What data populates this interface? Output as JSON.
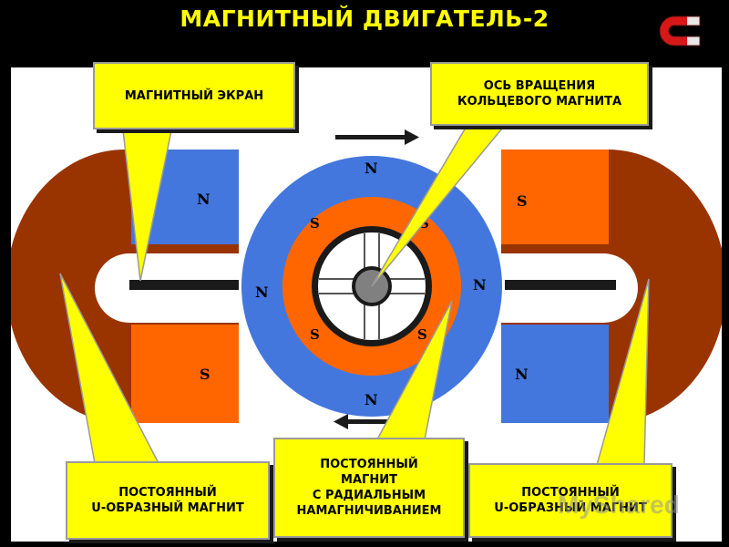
{
  "title": "МАГНИТНЫЙ ДВИГАТЕЛЬ-2",
  "callouts": {
    "screen": "МАГНИТНЫЙ ЭКРАН",
    "axis": "ОСЬ ВРАЩЕНИЯ\nКОЛЬЦЕВОГО МАГНИТА",
    "u_left": "ПОСТОЯННЫЙ\nU-ОБРАЗНЫЙ МАГНИТ",
    "radial": "ПОСТОЯННЫЙ\nМАГНИТ\nС РАДИАЛЬНЫМ\nНАМАГНИЧИВАНИЕМ",
    "u_right": "ПОСТОЯННЫЙ\nU-ОБРАЗНЫЙ МАГНИТ"
  },
  "poles": {
    "left_upper": "N",
    "left_lower": "S",
    "right_upper": "S",
    "right_lower": "N",
    "outer_top": "N",
    "outer_bottom": "N",
    "outer_left": "N",
    "outer_right": "N",
    "inner_top_left": "S",
    "inner_top_right": "S",
    "inner_bottom_left": "S",
    "inner_bottom_right": "S"
  },
  "watermark": "MyShared",
  "colors": {
    "yellow": "#ffff00",
    "blue": "#4477dd",
    "orange": "#ff6600",
    "brown": "#993300",
    "shaft": "#808080"
  },
  "icons": {
    "logo": "horseshoe-magnet-icon",
    "arrow_top": "arrow-right-icon",
    "arrow_bottom": "arrow-left-icon"
  }
}
